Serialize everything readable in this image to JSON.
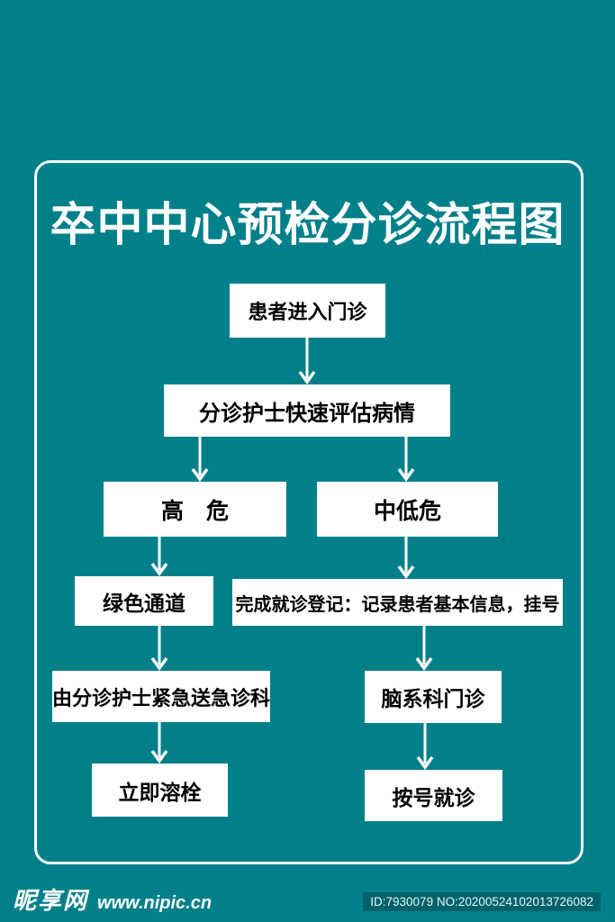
{
  "page": {
    "title": "卒中中心预检分诊流程图",
    "colors": {
      "background": "#028089",
      "frame_border": "#ffffff",
      "node_fill": "#ffffff",
      "node_text": "#000000",
      "title_text": "#ffffff",
      "badge_background": "#0a6570"
    }
  },
  "flowchart": {
    "nodes": [
      {
        "id": "patient-entry",
        "label": "患者进入门诊"
      },
      {
        "id": "triage-assess",
        "label": "分诊护士快速评估病情"
      },
      {
        "id": "high-risk",
        "label": "高　危"
      },
      {
        "id": "mid-low-risk",
        "label": "中低危"
      },
      {
        "id": "green-channel",
        "label": "绿色通道"
      },
      {
        "id": "registration",
        "label": "完成就诊登记：记录患者基本信息，挂号"
      },
      {
        "id": "urgent-to-er",
        "label": "由分诊护士紧急送急诊科"
      },
      {
        "id": "neuro-clinic",
        "label": "脑系科门诊"
      },
      {
        "id": "thrombolysis",
        "label": "立即溶栓"
      },
      {
        "id": "see-by-number",
        "label": "按号就诊"
      }
    ],
    "edges": [
      {
        "from": "患者进入门诊",
        "to": "分诊护士快速评估病情"
      },
      {
        "from": "分诊护士快速评估病情",
        "to": "高　危"
      },
      {
        "from": "分诊护士快速评估病情",
        "to": "中低危"
      },
      {
        "from": "高　危",
        "to": "绿色通道"
      },
      {
        "from": "中低危",
        "to": "完成就诊登记：记录患者基本信息，挂号"
      },
      {
        "from": "绿色通道",
        "to": "由分诊护士紧急送急诊科"
      },
      {
        "from": "完成就诊登记：记录患者基本信息，挂号",
        "to": "脑系科门诊"
      },
      {
        "from": "由分诊护士紧急送急诊科",
        "to": "立即溶栓"
      },
      {
        "from": "脑系科门诊",
        "to": "按号就诊"
      }
    ]
  },
  "footer": {
    "site_name": "昵享网",
    "site_url": "www.nipic.cn",
    "id_label": "ID:7930079 NO:20200524102013726082"
  }
}
